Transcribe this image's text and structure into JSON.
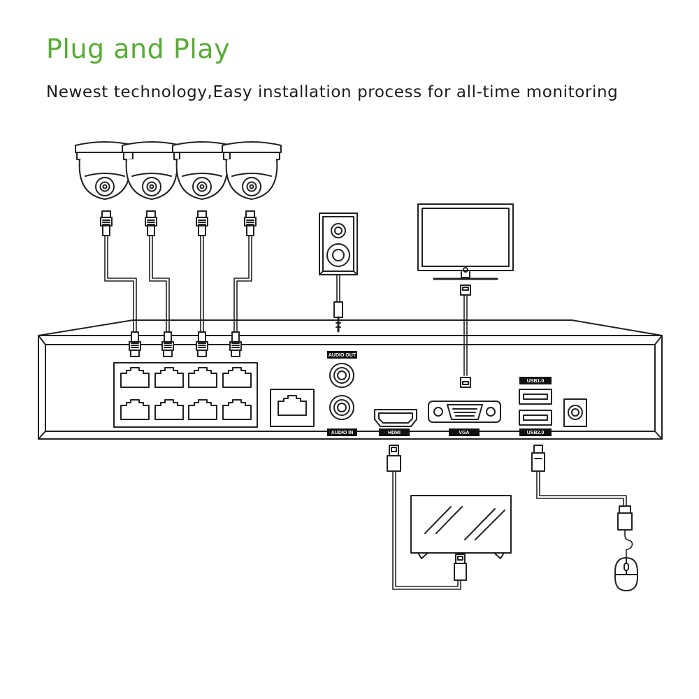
{
  "header": {
    "title": "Plug and Play",
    "subtitle": "Newest technology,Easy installation process for all-time monitoring"
  },
  "nvr": {
    "labels": {
      "audio_out": "AUDIO OUT",
      "audio_in": "AUDIO IN",
      "hdmi": "HDMI",
      "vga": "VGA",
      "usb1": "USB1.0",
      "usb2": "USB2.0"
    }
  },
  "colors": {
    "title": "#5aab38",
    "line": "#222222",
    "label_bg": "#111111"
  }
}
